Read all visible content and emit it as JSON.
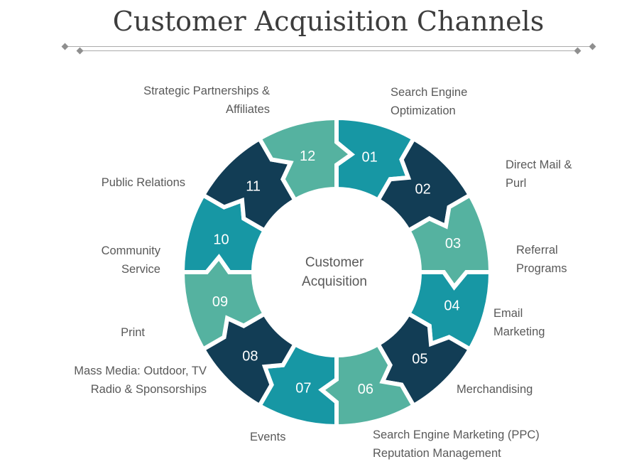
{
  "title": "Customer Acquisition Channels",
  "center_label": "Customer\nAcquisition",
  "colors": {
    "teal": "#1797A4",
    "navy": "#123D55",
    "green": "#55B2A0",
    "number_text": "#FFFFFF",
    "label_text": "#595959",
    "title_text": "#3D3D3D",
    "divider_line": "#ABABAB",
    "divider_diamond": "#8F8F8F"
  },
  "segments": [
    {
      "number": "01",
      "color": "teal",
      "label": "Search Engine\nOptimization"
    },
    {
      "number": "02",
      "color": "navy",
      "label": "Direct Mail &\nPurl"
    },
    {
      "number": "03",
      "color": "green",
      "label": "Referral\nPrograms"
    },
    {
      "number": "04",
      "color": "teal",
      "label": "Email\nMarketing"
    },
    {
      "number": "05",
      "color": "navy",
      "label": "Merchandising"
    },
    {
      "number": "06",
      "color": "green",
      "label": "Search Engine Marketing (PPC)\nReputation Management"
    },
    {
      "number": "07",
      "color": "teal",
      "label": "Events"
    },
    {
      "number": "08",
      "color": "navy",
      "label": "Mass Media: Outdoor, TV\nRadio & Sponsorships"
    },
    {
      "number": "09",
      "color": "green",
      "label": "Print"
    },
    {
      "number": "10",
      "color": "teal",
      "label": "Community\nService"
    },
    {
      "number": "11",
      "color": "navy",
      "label": "Public Relations"
    },
    {
      "number": "12",
      "color": "green",
      "label": "Strategic Partnerships &\nAffiliates"
    }
  ]
}
